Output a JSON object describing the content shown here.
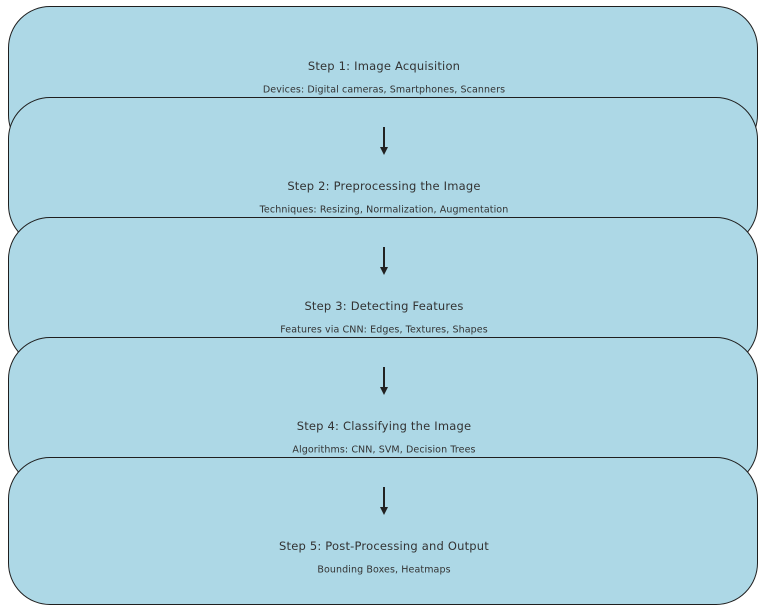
{
  "diagram": {
    "type": "flowchart",
    "direction": "top-to-bottom",
    "colors": {
      "background": "#ffffff",
      "box_fill": "#add8e6",
      "box_border": "#1f1f1f",
      "text": "#333333",
      "arrow": "#222222"
    },
    "connector_icon": "down-arrow",
    "steps": [
      {
        "title": "Step 1: Image Acquisition",
        "subtitle": "Devices: Digital cameras, Smartphones, Scanners"
      },
      {
        "title": "Step 2: Preprocessing the Image",
        "subtitle": "Techniques: Resizing, Normalization, Augmentation"
      },
      {
        "title": "Step 3: Detecting Features",
        "subtitle": "Features via CNN: Edges, Textures, Shapes"
      },
      {
        "title": "Step 4: Classifying the Image",
        "subtitle": "Algorithms: CNN, SVM, Decision Trees"
      },
      {
        "title": "Step 5: Post-Processing and Output",
        "subtitle": "Bounding Boxes, Heatmaps"
      }
    ]
  }
}
